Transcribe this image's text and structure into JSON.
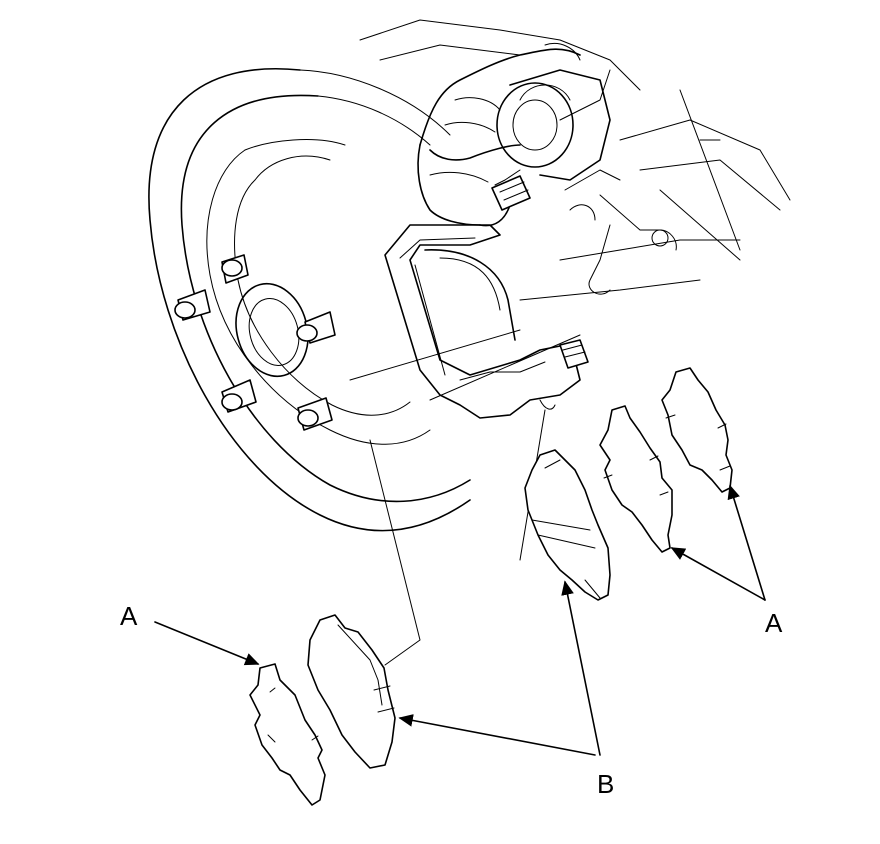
{
  "callouts": {
    "a_left": "A",
    "a_right": "A",
    "b": "B"
  },
  "colors": {
    "line": "#000000",
    "background": "#ffffff"
  }
}
